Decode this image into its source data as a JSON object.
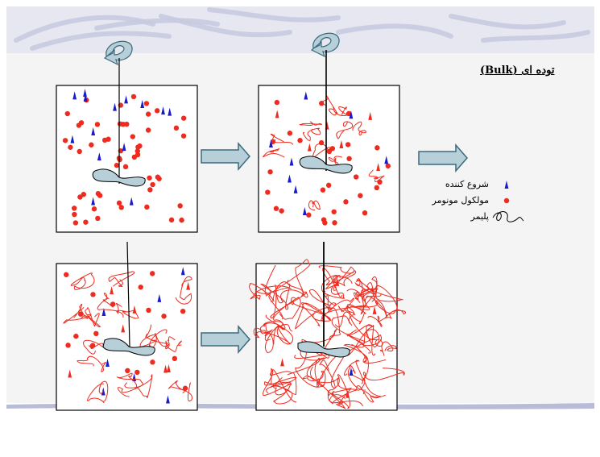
{
  "slide": {
    "title": "توده ای (Bulk)"
  },
  "legend": {
    "items": [
      {
        "label": "شروع کننده",
        "symbol": "initiator-triangle",
        "color": "#1a1acc"
      },
      {
        "label": "مولکول مونومر",
        "symbol": "monomer-dot",
        "color": "#ee2b1f"
      },
      {
        "label": "پلیمر",
        "symbol": "polymer-coil",
        "color": "#000000"
      }
    ]
  },
  "colors": {
    "background": "#ffffff",
    "band": "#e6e7f0",
    "swirl": "#c8cbe0",
    "arrow_fill": "#b7cfd8",
    "arrow_stroke": "#3b6a7c",
    "monomer": "#ee2b1f",
    "initiator": "#1a1acc",
    "polymer": "#ee2b1f",
    "frame": "#000000"
  }
}
